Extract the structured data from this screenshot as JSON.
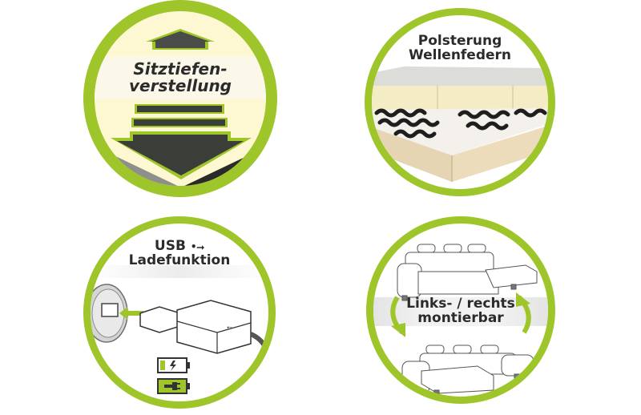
{
  "colors": {
    "ring": "#9ec52a",
    "ring_light": "#b6d64a",
    "cream": "#fdf8d2",
    "dark_arrow": "#3b3d39",
    "text": "#2b2b2b",
    "band": "#e9e9e6",
    "foam": "#f3ecc4",
    "board": "#e6d5b2",
    "spring": "#1e1e1e"
  },
  "features": [
    {
      "id": "sitztiefenverstellung",
      "lines": [
        "Sitztiefen-",
        "verstellung"
      ],
      "icon": "seat-depth-arrow-icon"
    },
    {
      "id": "polsterung",
      "lines": [
        "Polsterung",
        "Wellenfedern"
      ],
      "icon": "wave-spring-upholstery-icon"
    },
    {
      "id": "usb",
      "lines": [
        "USB",
        "Ladefunktion"
      ],
      "usb_symbol": "⭠",
      "icon": "usb-plug-icon",
      "battery_icons": [
        "battery-charging-icon",
        "battery-plug-icon"
      ]
    },
    {
      "id": "montage",
      "lines": [
        "Links- / rechts",
        "montierbar"
      ],
      "icon": "sofa-swap-icon"
    }
  ]
}
